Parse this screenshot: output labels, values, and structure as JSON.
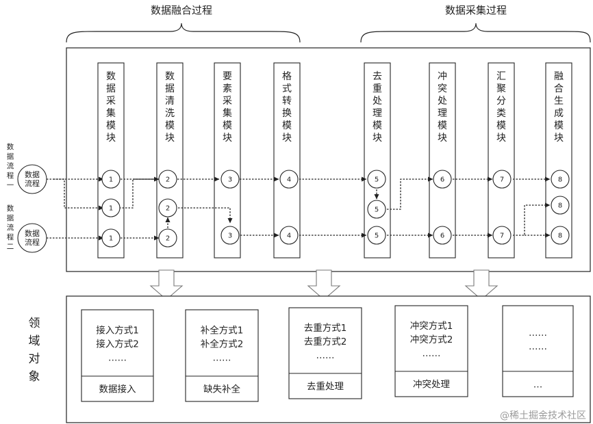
{
  "headers": {
    "fusion": "数据融合过程",
    "collect": "数据采集过程"
  },
  "modules": [
    "数据采集模块",
    "数据清洗模块",
    "要素采集模块",
    "格式转换模块",
    "去重处理模块",
    "冲突处理模块",
    "汇聚分类模块",
    "融合生成模块"
  ],
  "streams": [
    {
      "side_label": "数据流程一",
      "circle_label": "数据流程"
    },
    {
      "side_label": "数据流程二",
      "circle_label": "数据流程"
    }
  ],
  "nodes": {
    "row1": [
      "1",
      "2",
      "3",
      "4",
      "5",
      "6",
      "7",
      "8"
    ],
    "row2": [
      "1",
      "2",
      "5",
      "8"
    ],
    "row3": [
      "1",
      "2",
      "3",
      "4",
      "5",
      "6",
      "7",
      "8"
    ]
  },
  "domain_label": "领域对象",
  "domain_boxes": [
    {
      "lines": [
        "接入方式1",
        "接入方式2",
        "……"
      ],
      "footer": "数据接入"
    },
    {
      "lines": [
        "补全方式1",
        "补全方式2",
        "……"
      ],
      "footer": "缺失补全"
    },
    {
      "lines": [
        "去重方式1",
        "去重方式2",
        "……"
      ],
      "footer": "去重处理"
    },
    {
      "lines": [
        "冲突方式1",
        "冲突方式2",
        "……"
      ],
      "footer": "冲突处理"
    },
    {
      "lines": [
        "……",
        "……"
      ],
      "footer": "…"
    }
  ],
  "watermark": "@稀土掘金技术社区"
}
